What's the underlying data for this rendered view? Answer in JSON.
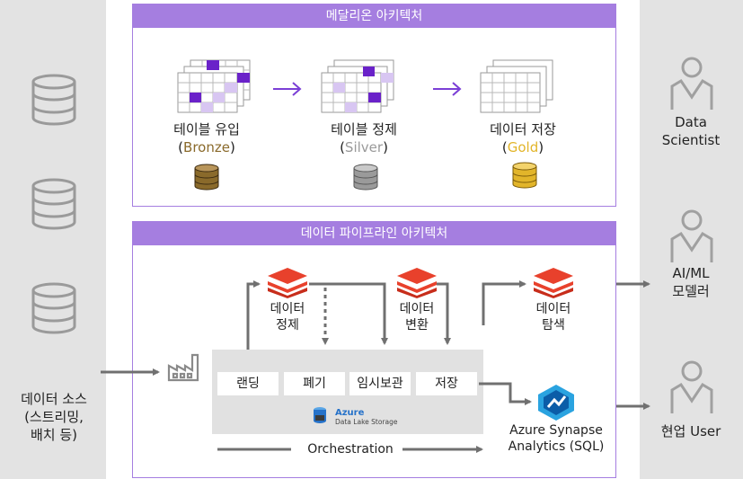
{
  "medallion": {
    "title": "메달리온 아키텍처",
    "tiers": [
      {
        "label": "테이블 유입",
        "open": "(",
        "tier": "Bronze",
        "close": ")",
        "db_color": "#8a6a2b"
      },
      {
        "label": "테이블 정제",
        "open": "(",
        "tier": "Silver",
        "close": ")",
        "db_color": "#9a9a9a"
      },
      {
        "label": "데이터 저장",
        "open": "(",
        "tier": "Gold",
        "close": ")",
        "db_color": "#e2b52a"
      }
    ]
  },
  "pipeline": {
    "title": "데이터 파이프라인 아키텍처",
    "steps": [
      {
        "label": "데이터\n정제",
        "icon": "databricks-icon"
      },
      {
        "label": "데이터\n변환",
        "icon": "databricks-icon"
      },
      {
        "label": "데이터\n탐색",
        "icon": "databricks-icon"
      }
    ],
    "lake": {
      "stages": [
        "랜딩",
        "폐기",
        "임시보관",
        "저장"
      ],
      "brand": "Azure",
      "service": "Data Lake Storage"
    },
    "orchestration": "Orchestration",
    "synapse": "Azure Synapse\nAnalytics (SQL)"
  },
  "source": {
    "label": "데이터 소스\n(스트리밍,\n배치 등)",
    "icons": [
      "database-icon",
      "database-icon",
      "database-icon",
      "factory-icon"
    ]
  },
  "consumers": [
    {
      "label": "Data\nScientist",
      "icon": "person-icon"
    },
    {
      "label": "AI/ML\n모델러",
      "icon": "person-icon"
    },
    {
      "label": "현업 User",
      "icon": "person-icon"
    }
  ],
  "colors": {
    "accent": "#a57ee0",
    "arrow": "#707070",
    "databricks": "#e8412c",
    "azure": "#2672c9",
    "panel_side": "#e3e3e3"
  }
}
